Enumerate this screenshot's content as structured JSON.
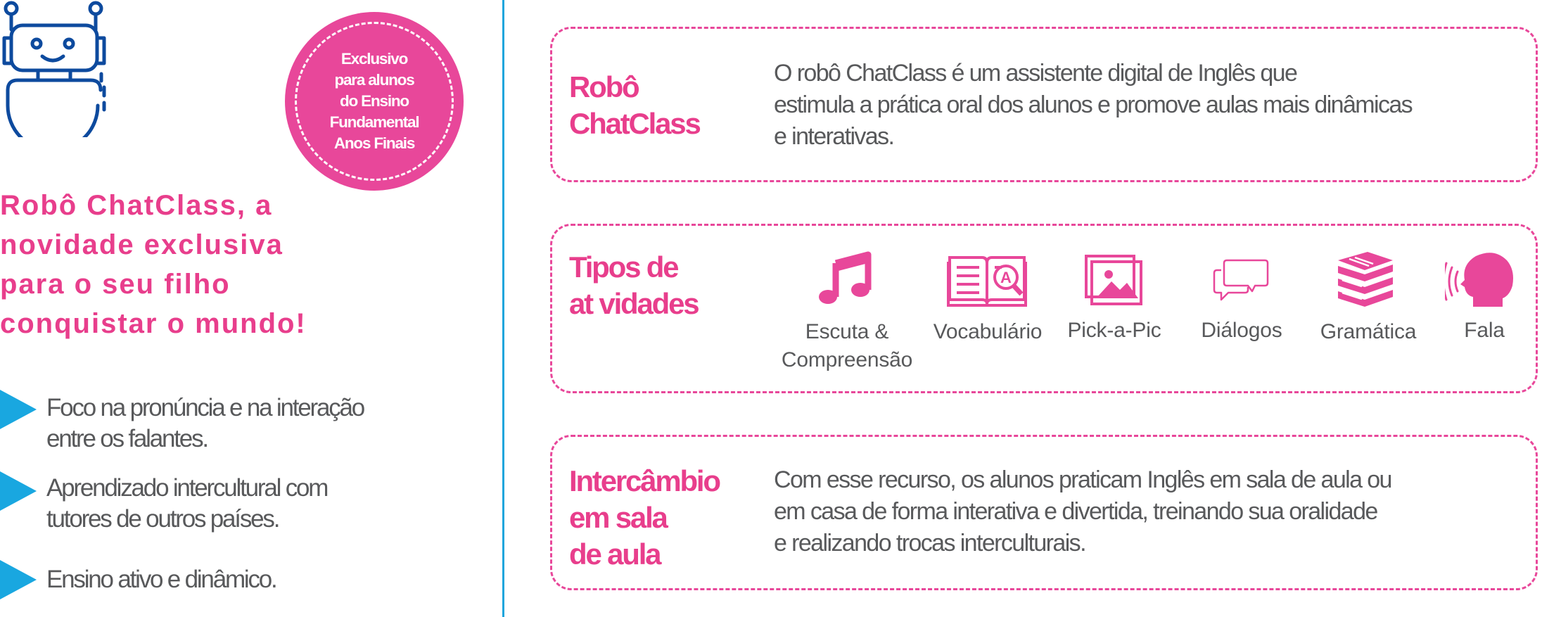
{
  "colors": {
    "pink": "#e83e8c",
    "blue": "#19a7e0",
    "navy": "#0d4a9e",
    "gray": "#58595b"
  },
  "badge": {
    "text": "Exclusivo\npara alunos\ndo Ensino\nFundamental\nAnos Finais"
  },
  "headline": "Robô ChatClass,  a\nnovidade exclusiva\npara o seu filho\nconquistar o mundo!",
  "bullets": [
    "Foco na pronúncia e na interação\nentre os falantes.",
    "Aprendizado intercultural com\ntutores de outros países.",
    "Ensino ativo e dinâmico."
  ],
  "cards": [
    {
      "title": "Robô\nChatClass",
      "desc": "O robô ChatClass é um assistente digital de Inglês que\nestimula a prática oral dos alunos e promove aulas mais dinâmicas\ne interativas."
    },
    {
      "title": "Tipos de\nat vidades"
    },
    {
      "title": "Intercâmbio\nem sala\nde aula",
      "desc": "Com esse recurso, os alunos praticam Inglês em sala de aula ou\nem casa de forma interativa e divertida, treinando sua oralidade\ne realizando trocas interculturais."
    }
  ],
  "activities": [
    {
      "label": "Escuta &\nCompreensão",
      "icon": "music-note-icon"
    },
    {
      "label": "Vocabulário",
      "icon": "open-book-icon"
    },
    {
      "label": "Pick-a-Pic",
      "icon": "pictures-icon"
    },
    {
      "label": "Diálogos",
      "icon": "chat-bubbles-icon"
    },
    {
      "label": "Gramática",
      "icon": "book-stack-icon"
    },
    {
      "label": "Fala",
      "icon": "speaking-head-icon"
    }
  ]
}
